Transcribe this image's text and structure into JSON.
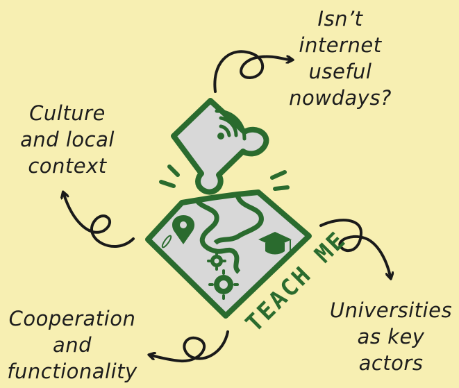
{
  "labels": {
    "internet": [
      "Isn’t",
      "internet",
      "useful",
      "nowdays?"
    ],
    "culture": [
      "Culture",
      "and local",
      "context"
    ],
    "universities": [
      "Universities",
      "as key",
      "actors"
    ],
    "cooperation": [
      "Cooperation",
      "and",
      "functionality"
    ]
  },
  "logo": {
    "text": "TEACH ME"
  },
  "colors": {
    "background": "#f7efb2",
    "green": "#2a6b2e",
    "puzzle_fill": "#d8d8d8",
    "arrow": "#1a1a1a"
  }
}
